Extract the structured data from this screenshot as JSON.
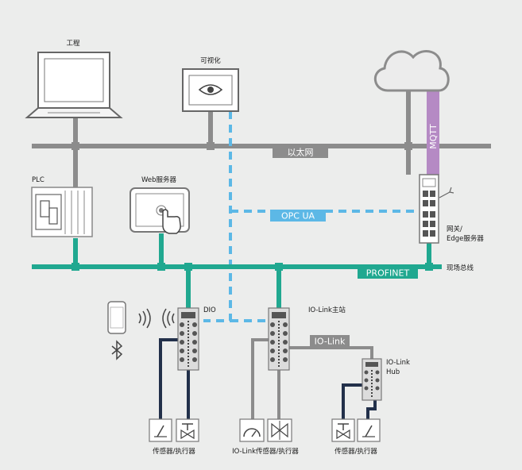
{
  "labels": {
    "engineering": "工程",
    "visualization": "可视化",
    "plc": "PLC",
    "web_server": "Web服务器",
    "gateway_line1": "网关/",
    "gateway_line2": "Edge服务器",
    "fieldbus": "现场总线",
    "dio": "DIO",
    "iolink_master": "IO-Link主站",
    "iolink_hub_line1": "IO-Link",
    "iolink_hub_line2": "Hub",
    "sensor_actuator_1": "传感器/执行器",
    "iolink_sensor_actuator": "IO-Link传感器/执行器",
    "sensor_actuator_2": "传感器/执行器"
  },
  "buses": {
    "ethernet": "以太网",
    "opcua": "OPC UA",
    "profinet": "PROFINET",
    "iolink": "IO-Link",
    "mqtt": "MQTT"
  },
  "colors": {
    "background": "#ecedec",
    "ethernet": "#8c8c8c",
    "profinet": "#20a890",
    "opcua": "#5cb8e6",
    "mqtt": "#b58ac4",
    "sensor_cable": "#22304a"
  }
}
